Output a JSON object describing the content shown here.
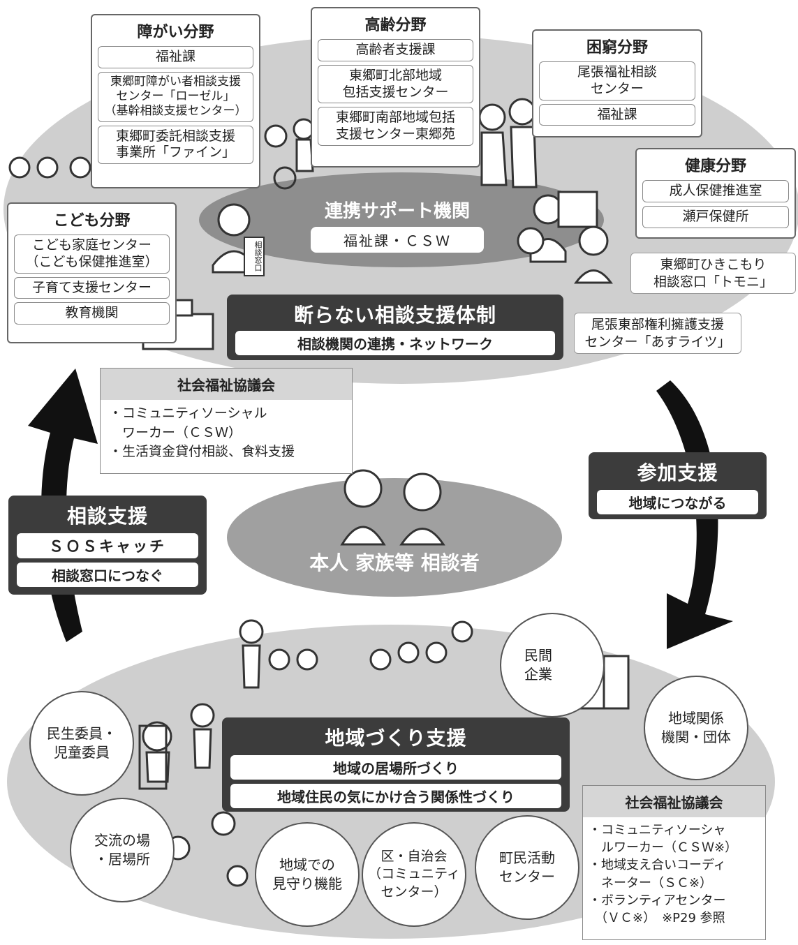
{
  "fields": {
    "shogai": {
      "title": "障がい分野",
      "items": [
        "福祉課",
        "東郷町障がい者相談支援\nセンター「ローゼル」\n（基幹相談支援センター）",
        "東郷町委託相談支援\n事業所「ファイン」"
      ]
    },
    "korei": {
      "title": "高齢分野",
      "items": [
        "高齢者支援課",
        "東郷町北部地域\n包括支援センター",
        "東郷町南部地域包括\n支援センター東郷苑"
      ]
    },
    "konkyu": {
      "title": "困窮分野",
      "items": [
        "尾張福祉相談\nセンター",
        "福祉課"
      ]
    },
    "kenko": {
      "title": "健康分野",
      "items": [
        "成人保健推進室",
        "瀬戸保健所"
      ]
    },
    "kodomo": {
      "title": "こども分野",
      "items": [
        "こども家庭センター\n（こども保健推進室）",
        "子育て支援センター",
        "教育機関"
      ]
    }
  },
  "hikikomori": "東郷町ひきこもり\n相談窓口「トモニ」",
  "kenri": "尾張東部権利擁護支援\nセンター「あすライツ」",
  "renkei": {
    "title": "連携サポート機関",
    "sub": "福祉課・ＣＳＷ"
  },
  "kotowaranai": {
    "title": "断らない相談支援体制",
    "sub": "相談機関の連携・ネットワーク"
  },
  "shakyo_top": {
    "header": "社会福祉協議会",
    "body": "・コミュニティソーシャル\n　ワーカー（ＣＳＷ）\n・生活資金貸付相談、食料支援"
  },
  "honnin": "本人 家族等 相談者",
  "sodan": {
    "title": "相談支援",
    "items": [
      "ＳＯＳキャッチ",
      "相談窓口につなぐ"
    ]
  },
  "sanka": {
    "title": "参加支援",
    "items": [
      "地域につながる"
    ]
  },
  "chiiki": {
    "title": "地域づくり支援",
    "items": [
      "地域の居場所づくり",
      "地域住民の気にかけ合う関係性づくり"
    ]
  },
  "circles": {
    "minsei": "民生委員・\n児童委員",
    "koryu": "交流の場\n・居場所",
    "mimamori": "地域での\n見守り機能",
    "ku": "区・自治会\n（コミュニティ\nセンター）",
    "chomin": "町民活動\nセンター",
    "kigyo": "民間\n企業",
    "kankei": "地域関係\n機関・団体"
  },
  "shakyo_bottom": {
    "header": "社会福祉協議会",
    "body": "・コミュニティソーシャ\n　ルワーカー（ＣＳＷ※）\n・地域支え合いコーディ\n　ネーター（ＳＣ※）\n・ボランティアセンター\n　（ＶＣ※）　※P29 参照"
  },
  "sign_text": "相談窓口",
  "colors": {
    "oval": "#cfcfcf",
    "dark": "#3c3c3c",
    "mid_oval": "#9a9a9a",
    "header_bg": "#d6d6d6"
  }
}
